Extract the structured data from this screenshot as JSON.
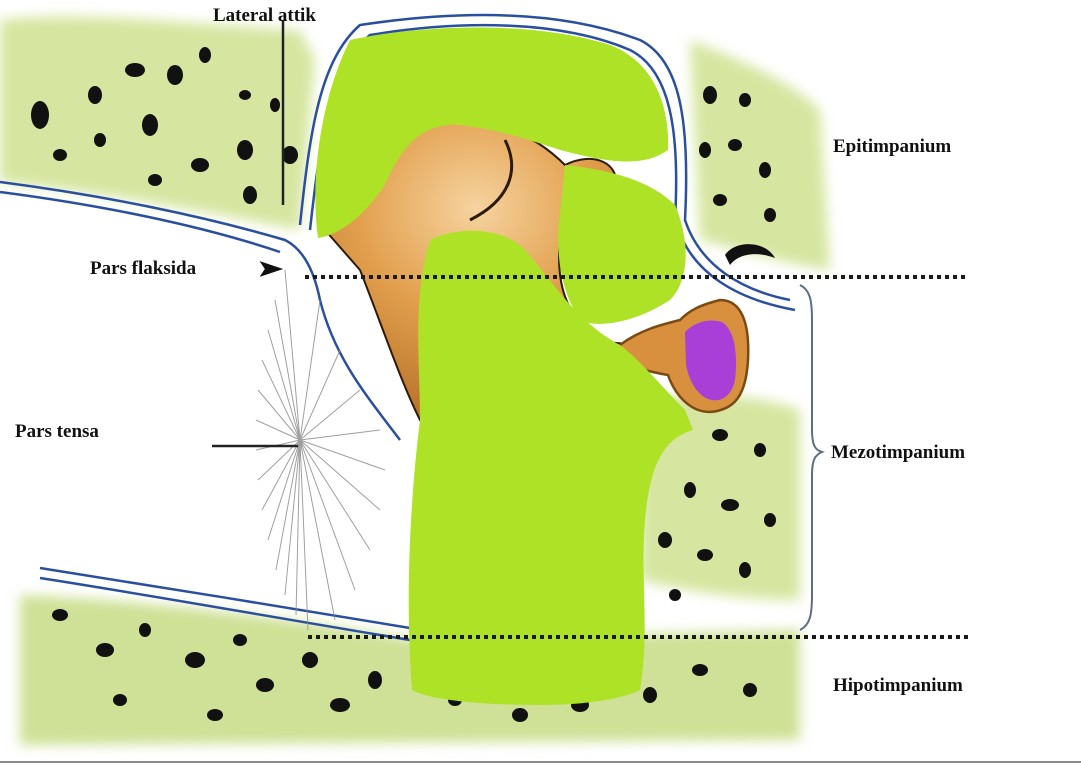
{
  "labels": {
    "lateral_attik": "Lateral attik",
    "epitimpanium": "Epitimpanium",
    "pars_flaksida": "Pars flaksida",
    "pars_tensa": "Pars tensa",
    "mezotimpanium": "Mezotimpanium",
    "hipotimpanium": "Hipotimpanium"
  },
  "colors": {
    "bone_tint": "#dbe8a8",
    "bone_spot": "#111111",
    "green_overlay": "#aee226",
    "ossicle": "#d9903e",
    "ossicle_light": "#f3c98a",
    "stapes_footplate": "#a93fd6",
    "stapes_frame": "#c98a3a",
    "membrane_line": "#2a4fa0",
    "eardrum": "#9a9a9a"
  }
}
